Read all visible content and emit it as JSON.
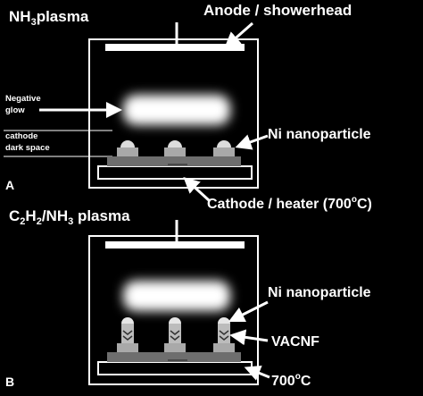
{
  "panel_a": {
    "letter": "A",
    "title_main": "NH",
    "title_sub": "3",
    "title_rest": "plasma",
    "anode_label": "Anode / showerhead",
    "negative_glow_line1": "Negative",
    "negative_glow_line2": "glow",
    "cathode_dark_line1": "cathode",
    "cathode_dark_line2": "dark space",
    "ni_label": "Ni nanoparticle",
    "cathode_label_pre": "Cathode / heater (700",
    "cathode_label_sup": "o",
    "cathode_label_post": "C)"
  },
  "panel_b": {
    "letter": "B",
    "title_c": "C",
    "title_sub1": "2",
    "title_h": "H",
    "title_sub2": "2",
    "title_nh": "/NH",
    "title_sub3": "3",
    "title_rest": " plasma",
    "ni_label": "Ni nanoparticle",
    "vacnf_label": "VACNF",
    "temp_pre": "700",
    "temp_sup": "o",
    "temp_post": "C"
  },
  "colors": {
    "background": "#000000",
    "foreground": "#ffffff",
    "substrate": "#6e6e6e",
    "pad": "#a9a9a9",
    "particle": "#dcdcdc"
  }
}
